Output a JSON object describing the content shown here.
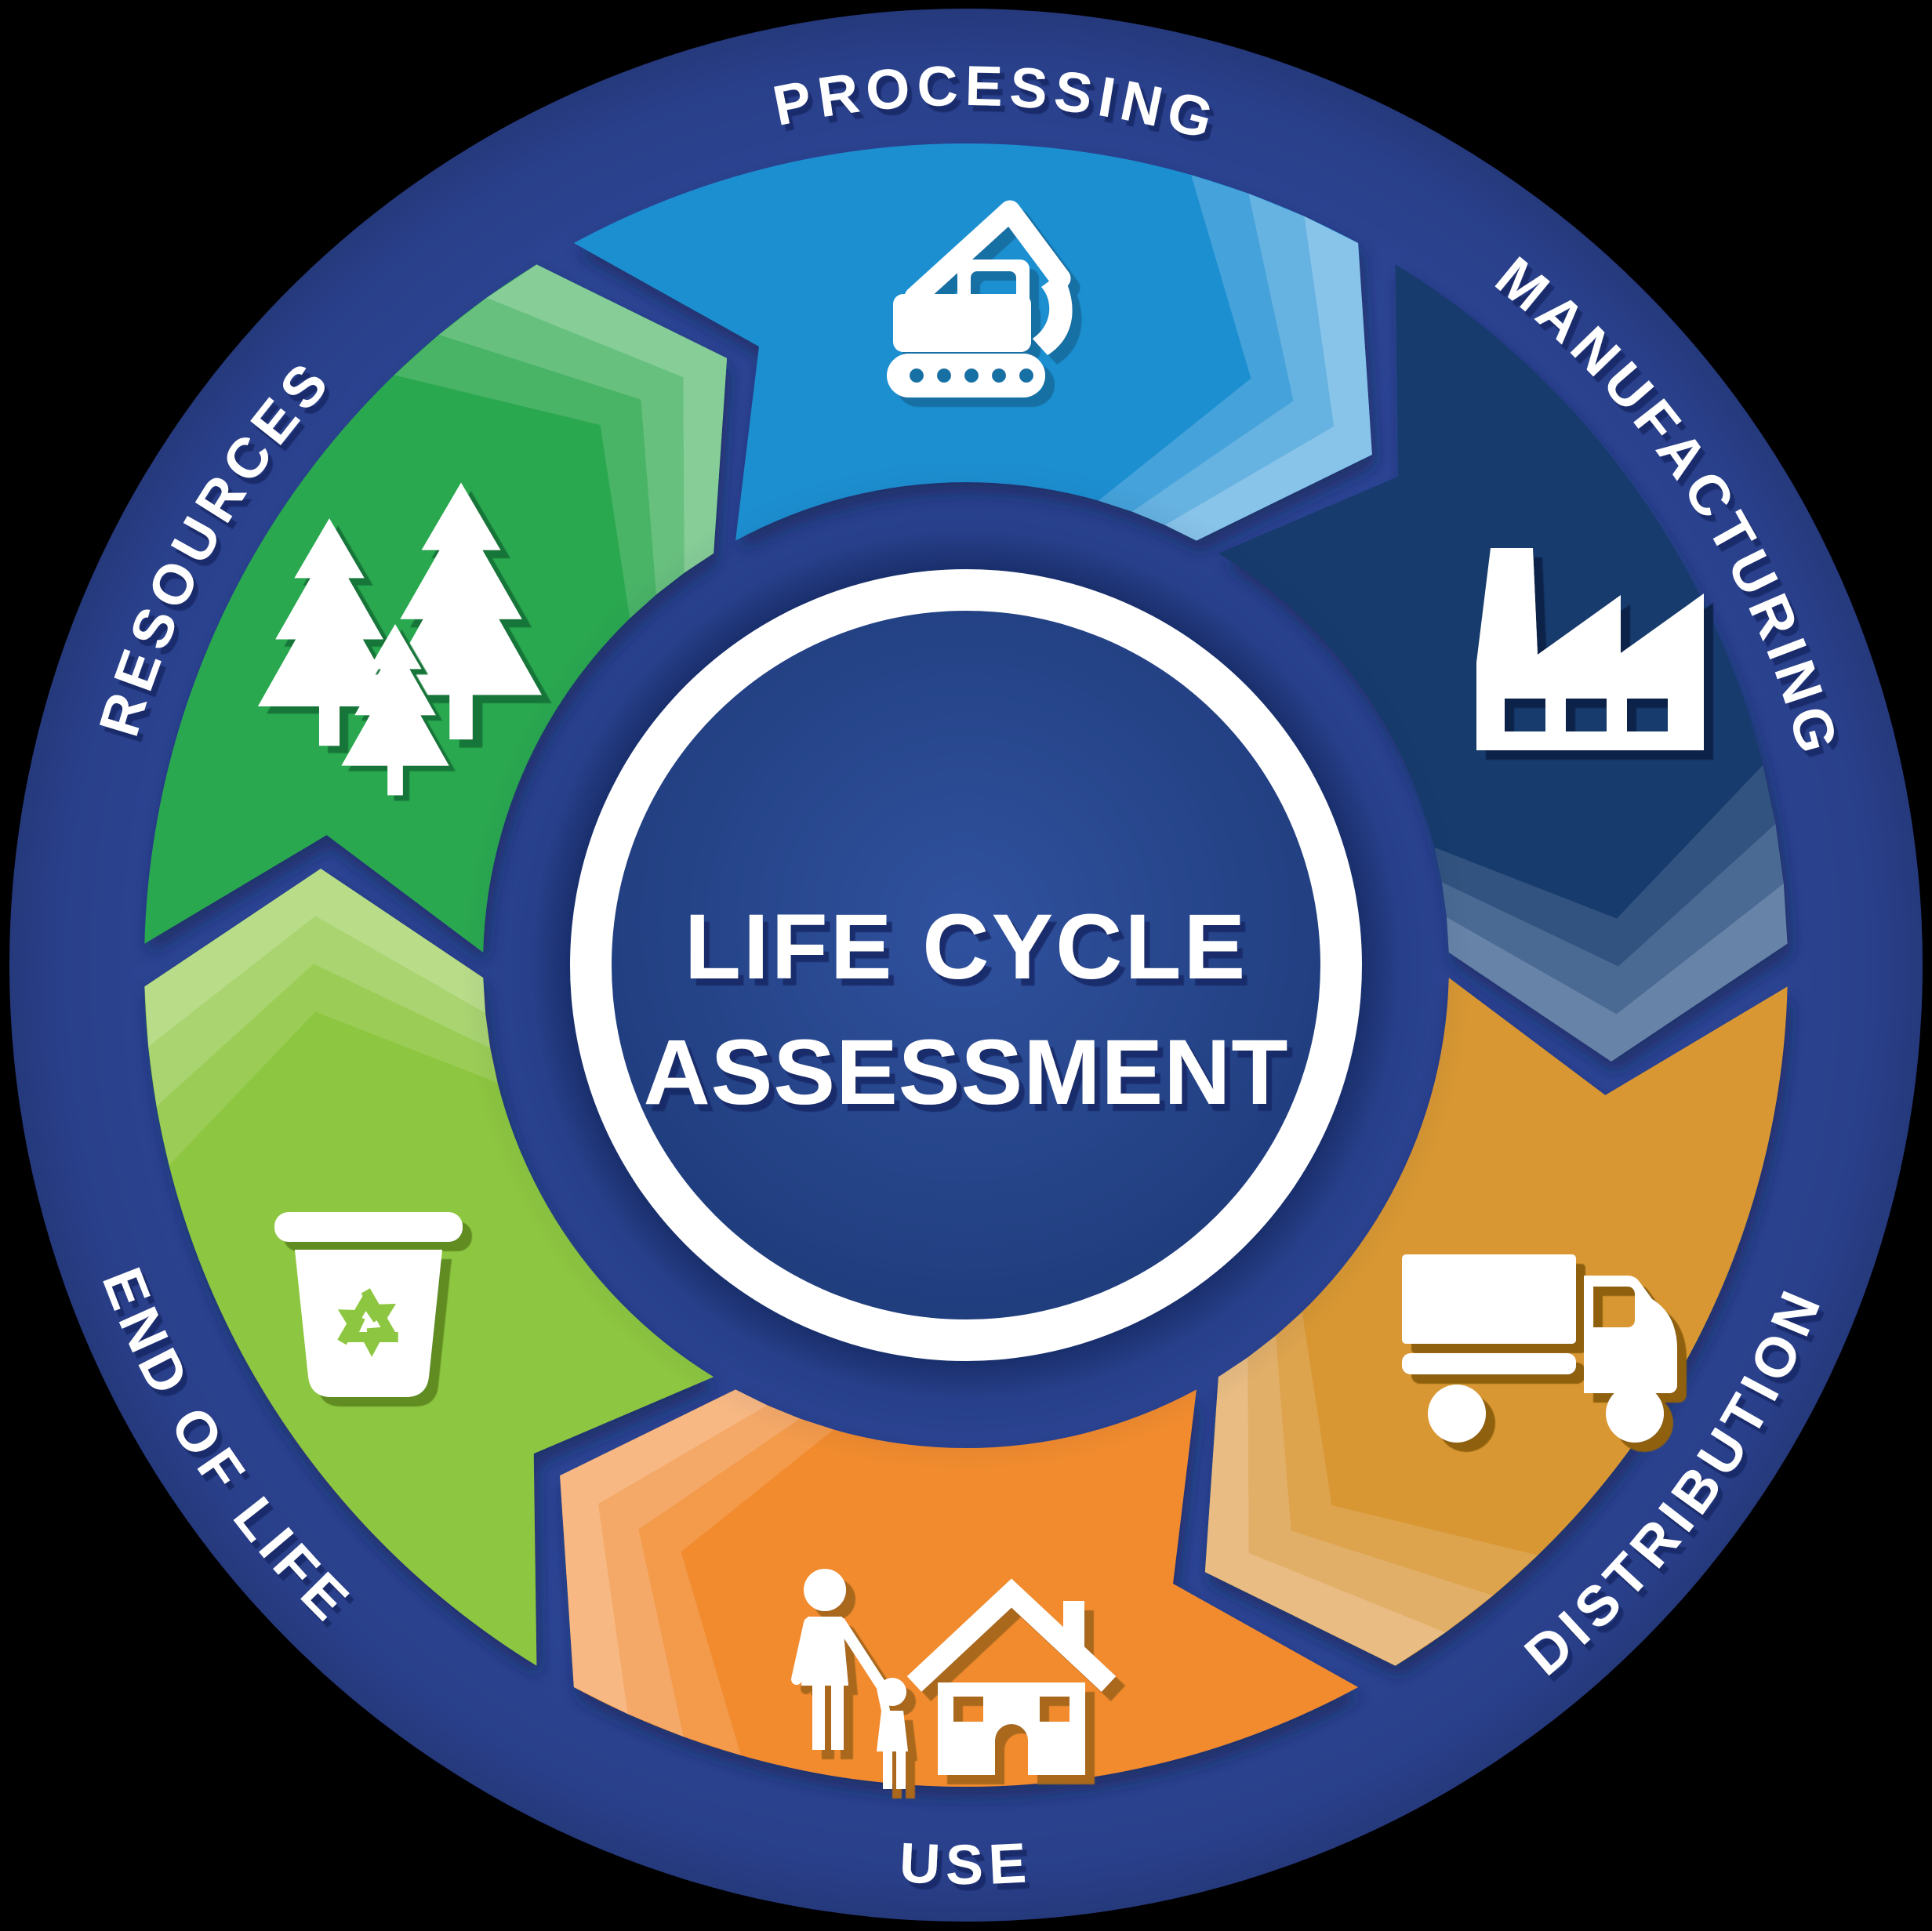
{
  "title": {
    "line1": "LIFE CYCLE",
    "line2": "ASSESSMENT"
  },
  "stages": [
    {
      "id": "processing",
      "label": "PROCESSING",
      "bearing": 0,
      "label_bearing": 2,
      "color": "#1E8FD1",
      "stripes": [
        "#45A2DA",
        "#66B2E1",
        "#88C3E9"
      ],
      "icon_shadow": "#156FA3",
      "icon": "excavator-icon"
    },
    {
      "id": "manufacturing",
      "label": "MANUFACTURING",
      "bearing": 60,
      "label_bearing": 57,
      "color": "#143A6C",
      "stripes": [
        "#31537F",
        "#4C6B93",
        "#6883A8"
      ],
      "icon_shadow": "#0A2348",
      "icon": "factory-icon"
    },
    {
      "id": "distribution",
      "label": "DISTRIBUTION",
      "bearing": 120,
      "label_bearing": 126,
      "color": "#D89733",
      "stripes": [
        "#DDA34D",
        "#E2AF67",
        "#E8BC82"
      ],
      "icon_shadow": "#8F6011",
      "icon": "truck-icon"
    },
    {
      "id": "use",
      "label": "USE",
      "bearing": 180,
      "label_bearing": 180,
      "color": "#F18B2F",
      "stripes": [
        "#F39A4B",
        "#F5A967",
        "#F7B883"
      ],
      "icon_shadow": "#A9671B",
      "icon": "house-family-icon"
    },
    {
      "id": "end-of-life",
      "label": "END OF LIFE",
      "bearing": 240,
      "label_bearing": 237,
      "color": "#8DC63F",
      "stripes": [
        "#9BCD57",
        "#A9D46F",
        "#B8DC88"
      ],
      "icon_shadow": "#618C24",
      "icon": "recycle-bin-icon"
    },
    {
      "id": "resources",
      "label": "RESOURCES",
      "bearing": 300,
      "label_bearing": 299,
      "color": "#2BA84F",
      "stripes": [
        "#49B466",
        "#68C07E",
        "#86CD97"
      ],
      "icon_shadow": "#147537",
      "icon": "pine-trees-icon"
    }
  ],
  "colors": {
    "background": "#000000",
    "outer_ring": "#2C4594",
    "outer_ring_edge": "#25397C",
    "center_circle_inner": "#30519E",
    "center_circle_outer": "#1D3A78",
    "inner_ring": "#FFFFFF",
    "label_text": "#FFFFFF",
    "text_shadow": "#132C66",
    "recycle_symbol": "#8DC63F"
  }
}
